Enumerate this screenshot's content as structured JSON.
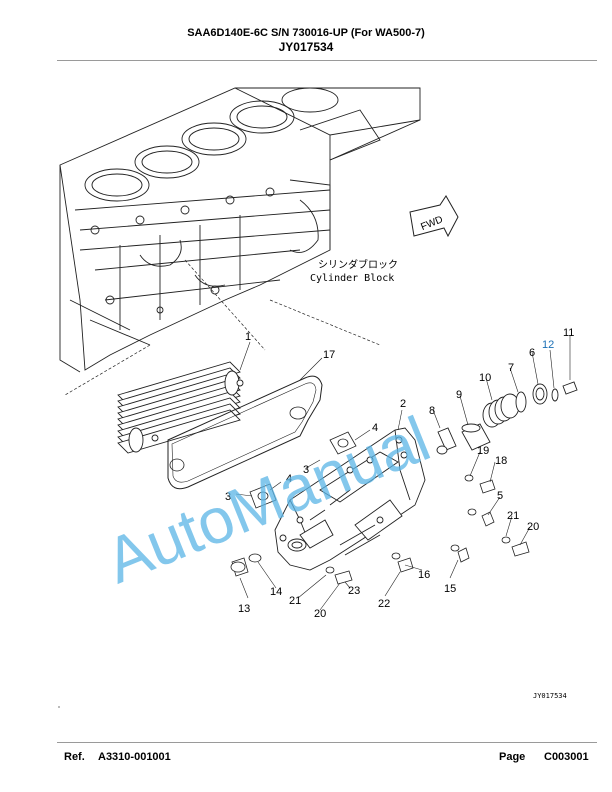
{
  "header": {
    "title": "SAA6D140E-6C S/N 730016-UP (For WA500-7)",
    "code": "JY017534"
  },
  "drawing": {
    "cylinder_block_jp": "シリンダブロック",
    "cylinder_block_en": "Cylinder Block",
    "fwd_label": "FWD",
    "drawing_number": "JY017534",
    "watermark": "AutoManual",
    "callouts": [
      "1",
      "2",
      "3",
      "3",
      "4",
      "4",
      "5",
      "6",
      "7",
      "8",
      "9",
      "10",
      "11",
      "12",
      "13",
      "14",
      "15",
      "16",
      "17",
      "18",
      "19",
      "20",
      "20",
      "21",
      "21",
      "22",
      "23"
    ],
    "highlight_color": "#1a6fb5",
    "watermark_color": "#5ab4e6"
  },
  "footer": {
    "ref_label": "Ref.",
    "ref_value": "A3310-001001",
    "page_label": "Page",
    "page_value": "C003001"
  }
}
